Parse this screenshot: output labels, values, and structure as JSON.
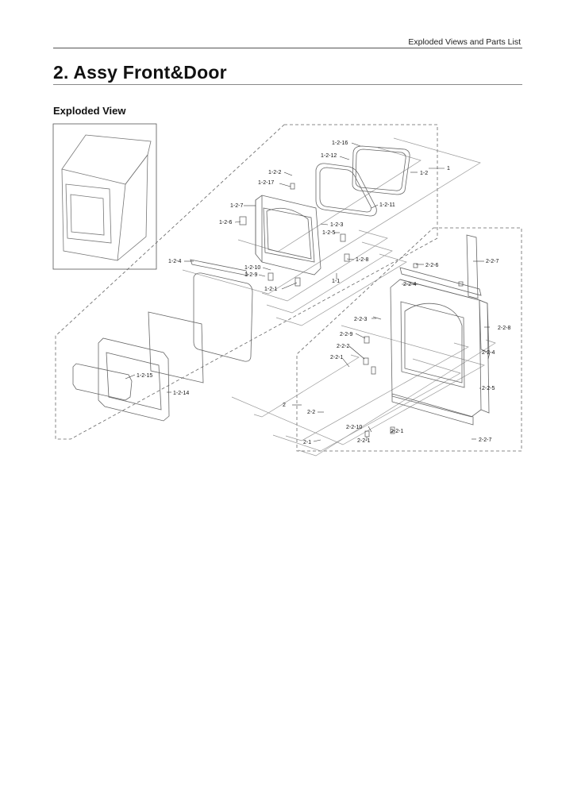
{
  "header": {
    "text": "Exploded Views and Parts List"
  },
  "page_title": "2.  Assy Front&Door",
  "section_title": "Exploded View",
  "callouts": {
    "c1": "1",
    "c1_1": "1-1",
    "c1_2": "1-2",
    "c1_2_1": "1-2-1",
    "c1_2_2": "1-2-2",
    "c1_2_3": "1-2-3",
    "c1_2_4": "1-2-4",
    "c1_2_5": "1-2-5",
    "c1_2_6": "1-2-6",
    "c1_2_7": "1-2-7",
    "c1_2_8": "1-2-8",
    "c1_2_9": "1-2-9",
    "c1_2_10": "1-2-10",
    "c1_2_11": "1-2-11",
    "c1_2_12": "1-2-12",
    "c1_2_14": "1-2-14",
    "c1_2_15": "1-2-15",
    "c1_2_16": "1-2-16",
    "c1_2_17": "1-2-17",
    "c2": "2",
    "c2_1": "2-1",
    "c2_2": "2-2",
    "c2_2_1a": "2-2-1",
    "c2_2_1b": "2-2-1",
    "c2_2_1c": "2-2-1",
    "c2_2_2": "2-2-2",
    "c2_2_3": "2-2-3",
    "c2_2_4a": "2-2-4",
    "c2_2_4b": "2-2-4",
    "c2_2_5": "2-2-5",
    "c2_2_6": "2-2-6",
    "c2_2_7a": "2-2-7",
    "c2_2_7b": "2-2-7",
    "c2_2_8": "2-2-8",
    "c2_2_9": "2-2-9",
    "c2_2_10": "2-2-10"
  }
}
